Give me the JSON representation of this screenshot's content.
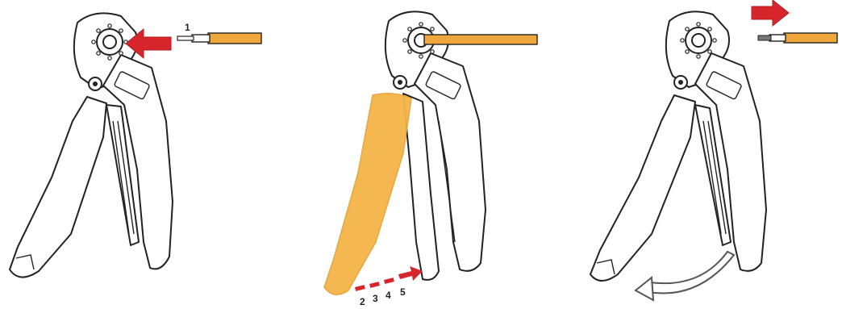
{
  "steps": {
    "step1_label": "1",
    "step2_label": "2",
    "step3_label": "3",
    "step4_label": "4",
    "step5_label": "5"
  },
  "colors": {
    "arrow_red": "#d7262b",
    "wire_orange": "#f0a83c",
    "handle_highlight": "#f5b547",
    "outline": "#222222",
    "return_arrow": "#555555"
  },
  "icons": {
    "insert": "right-to-left-arrow",
    "remove": "left-to-right-arrow",
    "press_steps": "dashed-red-arrow",
    "release": "curved-return-arrow"
  }
}
